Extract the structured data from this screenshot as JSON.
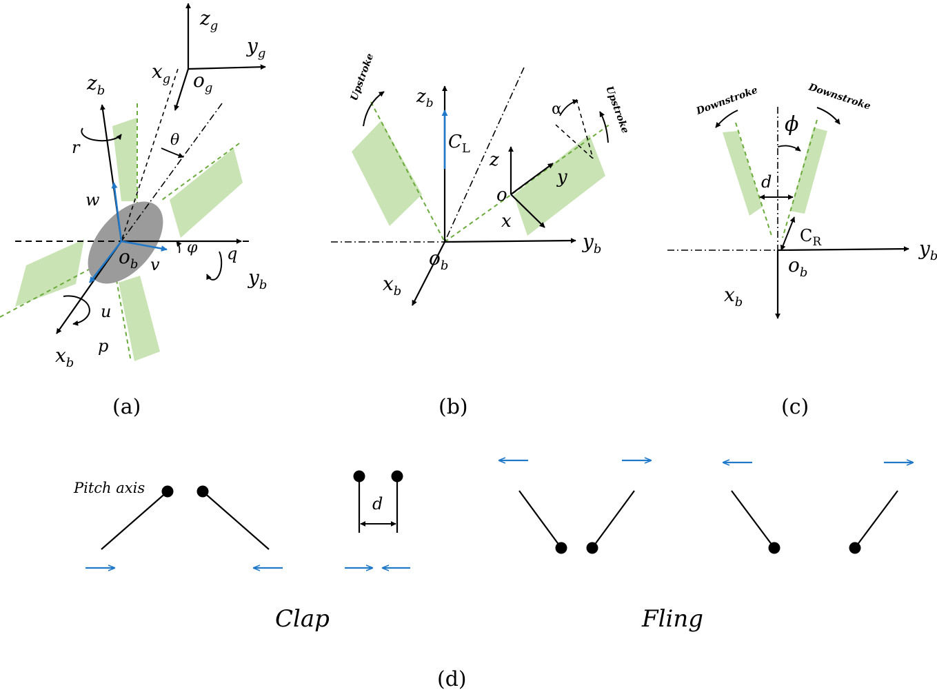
{
  "colors": {
    "wing_fill": "#c9e3b4",
    "wing_edge": "#6aaa3a",
    "body_fill": "#9b9b9b",
    "vector_blue": "#1f78c8",
    "axis": "#000000"
  },
  "panel_a": {
    "z_g": "z",
    "z_g_sub": "g",
    "y_g": "y",
    "y_g_sub": "g",
    "x_g": "x",
    "x_g_sub": "g",
    "o_g": "o",
    "o_g_sub": "g",
    "z_b": "z",
    "z_b_sub": "b",
    "y_b": "y",
    "y_b_sub": "b",
    "x_b": "x",
    "x_b_sub": "b",
    "o_b": "o",
    "o_b_sub": "b",
    "theta": "θ",
    "phi": "φ",
    "r": "r",
    "w": "w",
    "v": "v",
    "u": "u",
    "p": "p",
    "q": "q",
    "caption": "(a)"
  },
  "panel_b": {
    "upstroke_left": "Upstroke",
    "upstroke_right": "Upstroke",
    "z_b": "z",
    "z_b_sub": "b",
    "y_b": "y",
    "y_b_sub": "b",
    "x_b": "x",
    "x_b_sub": "b",
    "o_b": "o",
    "o_b_sub": "b",
    "cl": "C",
    "cl_sub": "L",
    "z": "z",
    "y": "y",
    "x": "x",
    "o": "o",
    "alpha": "α",
    "caption": "(b)"
  },
  "panel_c": {
    "downstroke_left": "Downstroke",
    "downstroke_right": "Downstroke",
    "phi": "ϕ",
    "d": "d",
    "cr": "C",
    "cr_sub": "R",
    "y_b": "y",
    "y_b_sub": "b",
    "x_b": "x",
    "x_b_sub": "b",
    "o_b": "o",
    "o_b_sub": "b",
    "caption": "(c)"
  },
  "panel_d": {
    "pitch_axis": "Pitch axis",
    "d": "d",
    "clap": "Clap",
    "fling": "Fling",
    "caption": "(d)"
  }
}
